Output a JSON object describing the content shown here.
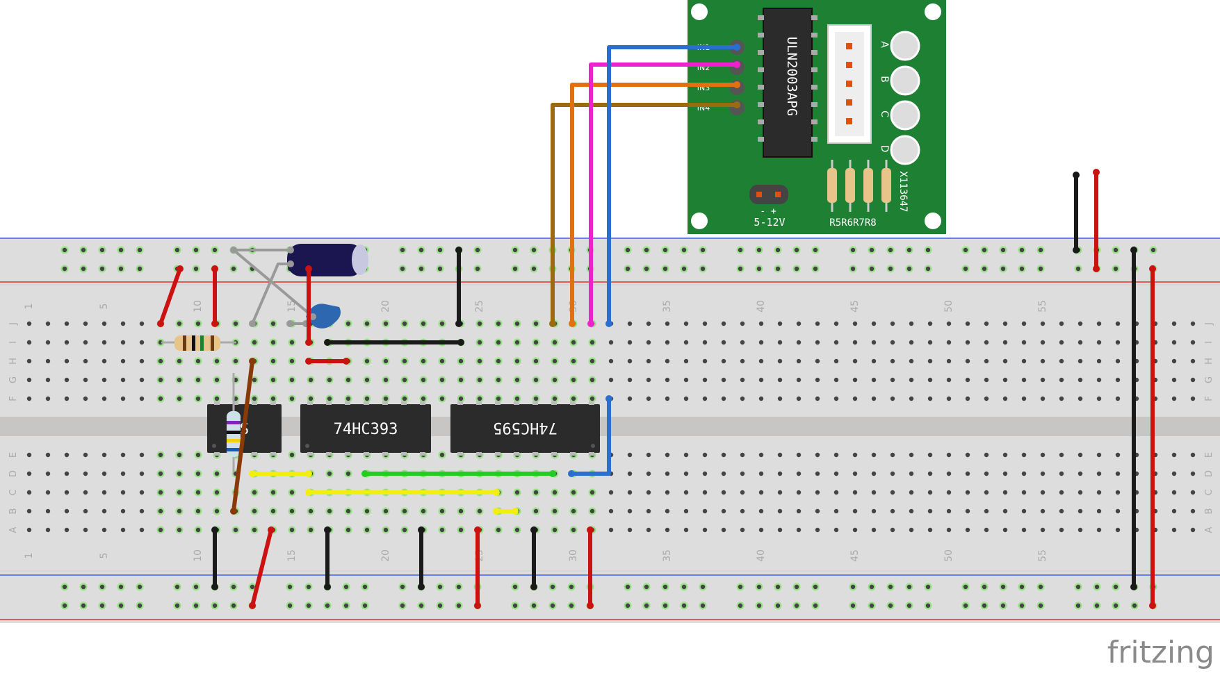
{
  "colors": {
    "board": "#dddddd",
    "board_edge": "#cfcfcf",
    "channel": "#c8c6c4",
    "hole": "#444444",
    "hole_glow": "#8ee07a",
    "rail_blue": "#3c5ef0",
    "rail_red": "#e03030",
    "pcb_green": "#1e8033",
    "chip": "#2b2b2b",
    "wire_red": "#cc1111",
    "wire_black": "#1a1a1a",
    "wire_blue": "#2a6fd0",
    "wire_pink": "#ee22cc",
    "wire_orange": "#e07010",
    "wire_olive": "#9a6c10",
    "wire_yellow": "#f2ee10",
    "wire_green": "#22cc22",
    "wire_gray": "#999999",
    "wire_brown": "#8a3a08"
  },
  "breadboard": {
    "column_numbers": [
      "1",
      "5",
      "10",
      "15",
      "20",
      "25",
      "30",
      "35",
      "40",
      "45",
      "50",
      "55"
    ],
    "row_letters_top": [
      "J",
      "I",
      "H",
      "G",
      "F"
    ],
    "row_letters_bottom": [
      "E",
      "D",
      "C",
      "B",
      "A"
    ]
  },
  "chips": {
    "ic1": "S",
    "ic2": "74HC393",
    "ic3": "74HC595"
  },
  "driver_board": {
    "chip_label": "ULN2003APG",
    "phase_labels": [
      "A",
      "B",
      "C",
      "D"
    ],
    "power_label": "5-12V",
    "power_pins": "-   +",
    "resistor_label": "R5R6R7R8",
    "board_code": "X113647",
    "pin_stub_labels": [
      "IN1",
      "IN2",
      "IN3",
      "IN4"
    ]
  },
  "watermark": "fritzing"
}
